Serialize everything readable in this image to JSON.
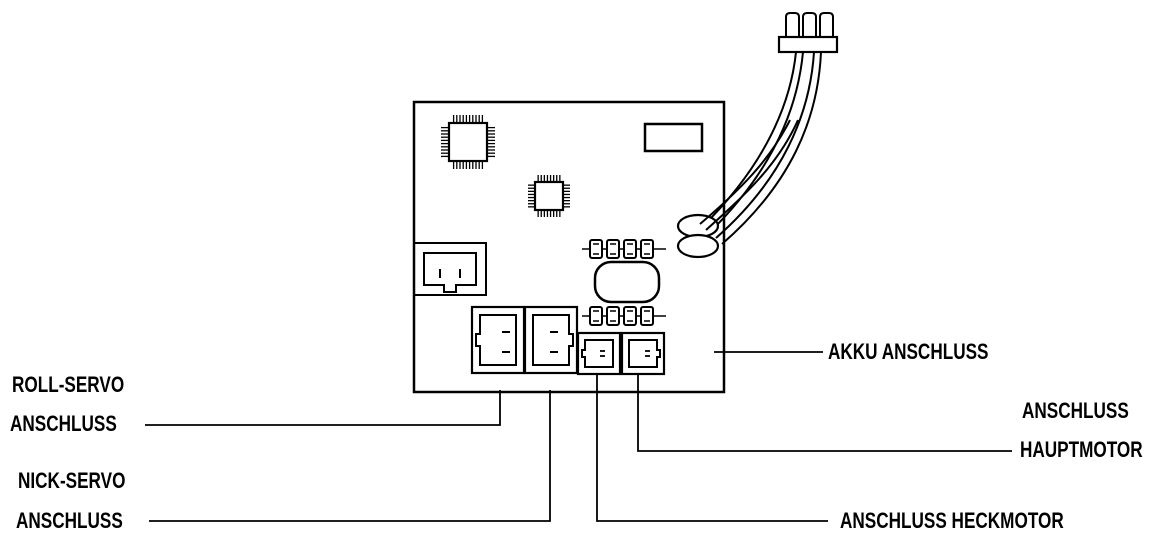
{
  "diagram": {
    "labels": {
      "roll_servo_line1": "ROLL-SERVO",
      "roll_servo_line2": "ANSCHLUSS",
      "nick_servo_line1": "NICK-SERVO",
      "nick_servo_line2": "ANSCHLUSS",
      "akku": "AKKU ANSCHLUSS",
      "hauptmotor_line1": "ANSCHLUSS",
      "hauptmotor_line2": "HAUPTMOTOR",
      "heckmotor": "ANSCHLUSS HECKMOTOR"
    },
    "colors": {
      "stroke": "#000000",
      "background": "#ffffff"
    }
  }
}
